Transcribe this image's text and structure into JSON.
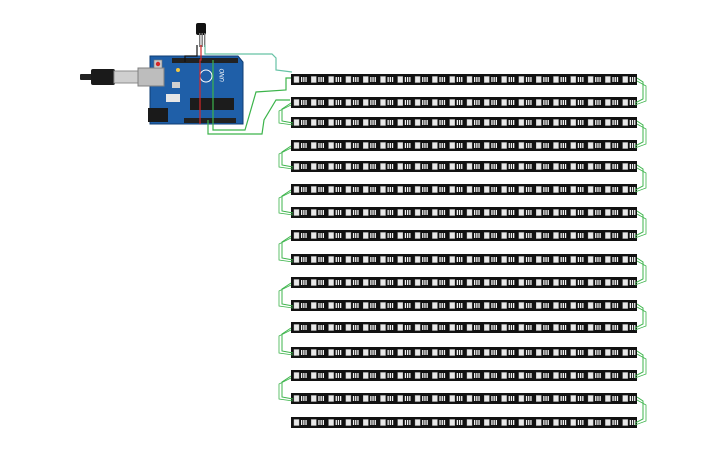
{
  "board": {
    "name": "Arduino Uno",
    "logo_text": "UNO",
    "brand_color": "#1f5fa8",
    "components": [
      "usb-cable",
      "usb-connector",
      "power-jack",
      "reset-button",
      "atmega-chip",
      "digital-header",
      "analog-header",
      "potentiometer"
    ]
  },
  "led_matrix": {
    "strip_count": 16,
    "leds_per_strip": 20,
    "strip_color": "#111111",
    "led_color": "#f2f2f2"
  },
  "wires": {
    "data_color": "#3cb44b",
    "power_color": "#d62728",
    "signal_color": "#66c2a5",
    "ground_color": "#111111"
  },
  "colors": {
    "background": "#ffffff",
    "board": "#1f5fa8",
    "header": "#222222",
    "usb": "#9e9e9e"
  }
}
